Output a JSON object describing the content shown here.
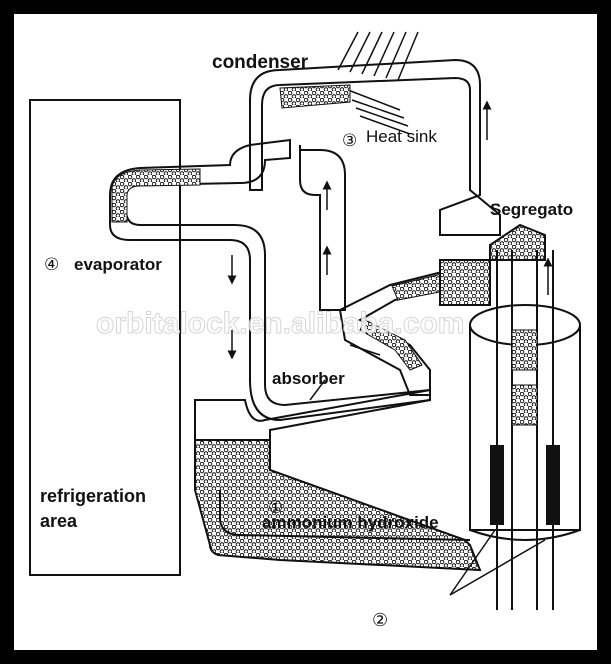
{
  "labels": {
    "condenser": "condenser",
    "heat_sink": "Heat sink",
    "heat_sink_num": "③",
    "segregator": "Segregato",
    "evaporator": "evaporator",
    "evaporator_num": "④",
    "absorber": "absorber",
    "refrigeration_line1": "refrigeration",
    "refrigeration_line2": "area",
    "ammonium_num": "①",
    "ammonium": "ammonium hydroxide",
    "heater_num": "②"
  },
  "watermark": "orbitalock.en.alibaba.com",
  "colors": {
    "line": "#111111",
    "fill_bubbles": "#ffffff",
    "background": "#ffffff"
  }
}
